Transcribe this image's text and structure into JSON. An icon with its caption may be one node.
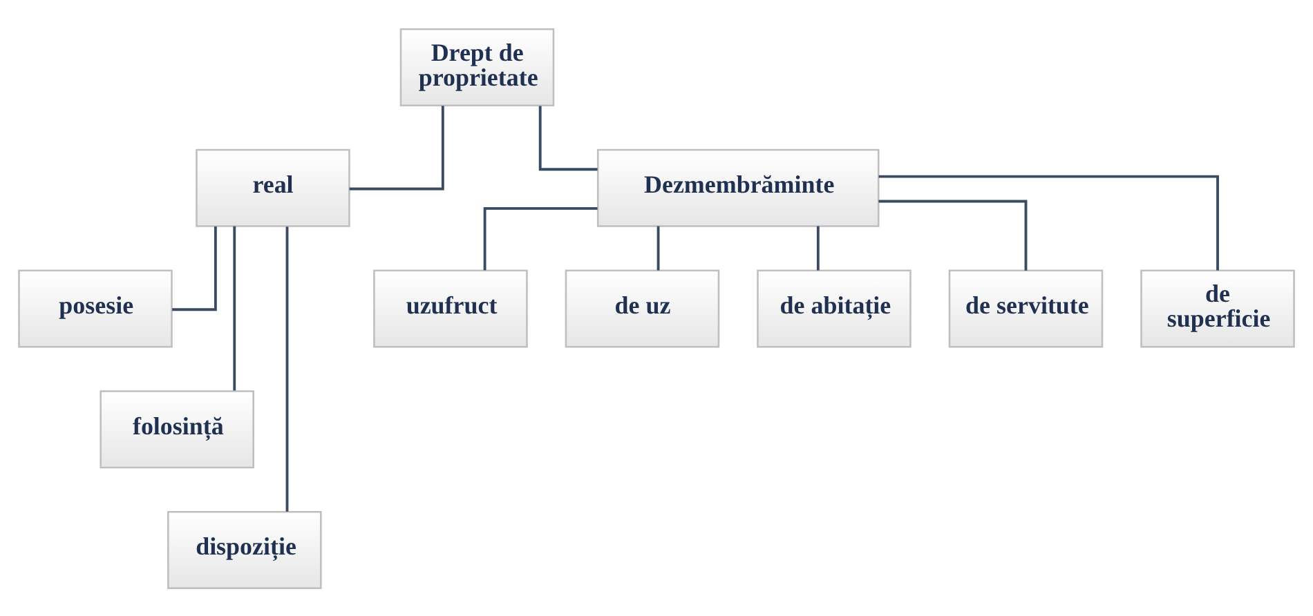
{
  "diagram": {
    "nodes": [
      {
        "text": [
          "Drept de proprietate"
        ]
      },
      {
        "text": [
          "real"
        ]
      },
      {
        "text": [
          "Dezmembrăminte"
        ]
      },
      {
        "text": [
          "posesie"
        ]
      },
      {
        "text": [
          "folosință"
        ]
      },
      {
        "text": [
          "dispoziție"
        ]
      },
      {
        "text": [
          "uzufruct"
        ]
      },
      {
        "text": [
          "de uz"
        ]
      },
      {
        "text": [
          "de abitație"
        ]
      },
      {
        "text": [
          "de servitute"
        ]
      },
      {
        "text": [
          "de superficie"
        ]
      }
    ],
    "edges": [
      {
        "from": 0,
        "to": 1,
        "arrow": "none"
      },
      {
        "from": 0,
        "to": 2,
        "arrow": "none"
      },
      {
        "from": 1,
        "to": 3,
        "arrow": "none"
      },
      {
        "from": 1,
        "to": 4,
        "arrow": "none"
      },
      {
        "from": 1,
        "to": 5,
        "arrow": "none"
      },
      {
        "from": 2,
        "to": 6,
        "arrow": "none"
      },
      {
        "from": 2,
        "to": 7,
        "arrow": "none"
      },
      {
        "from": 2,
        "to": 8,
        "arrow": "none"
      },
      {
        "from": 2,
        "to": 9,
        "arrow": "none"
      },
      {
        "from": 2,
        "to": 10,
        "arrow": "none"
      }
    ]
  }
}
